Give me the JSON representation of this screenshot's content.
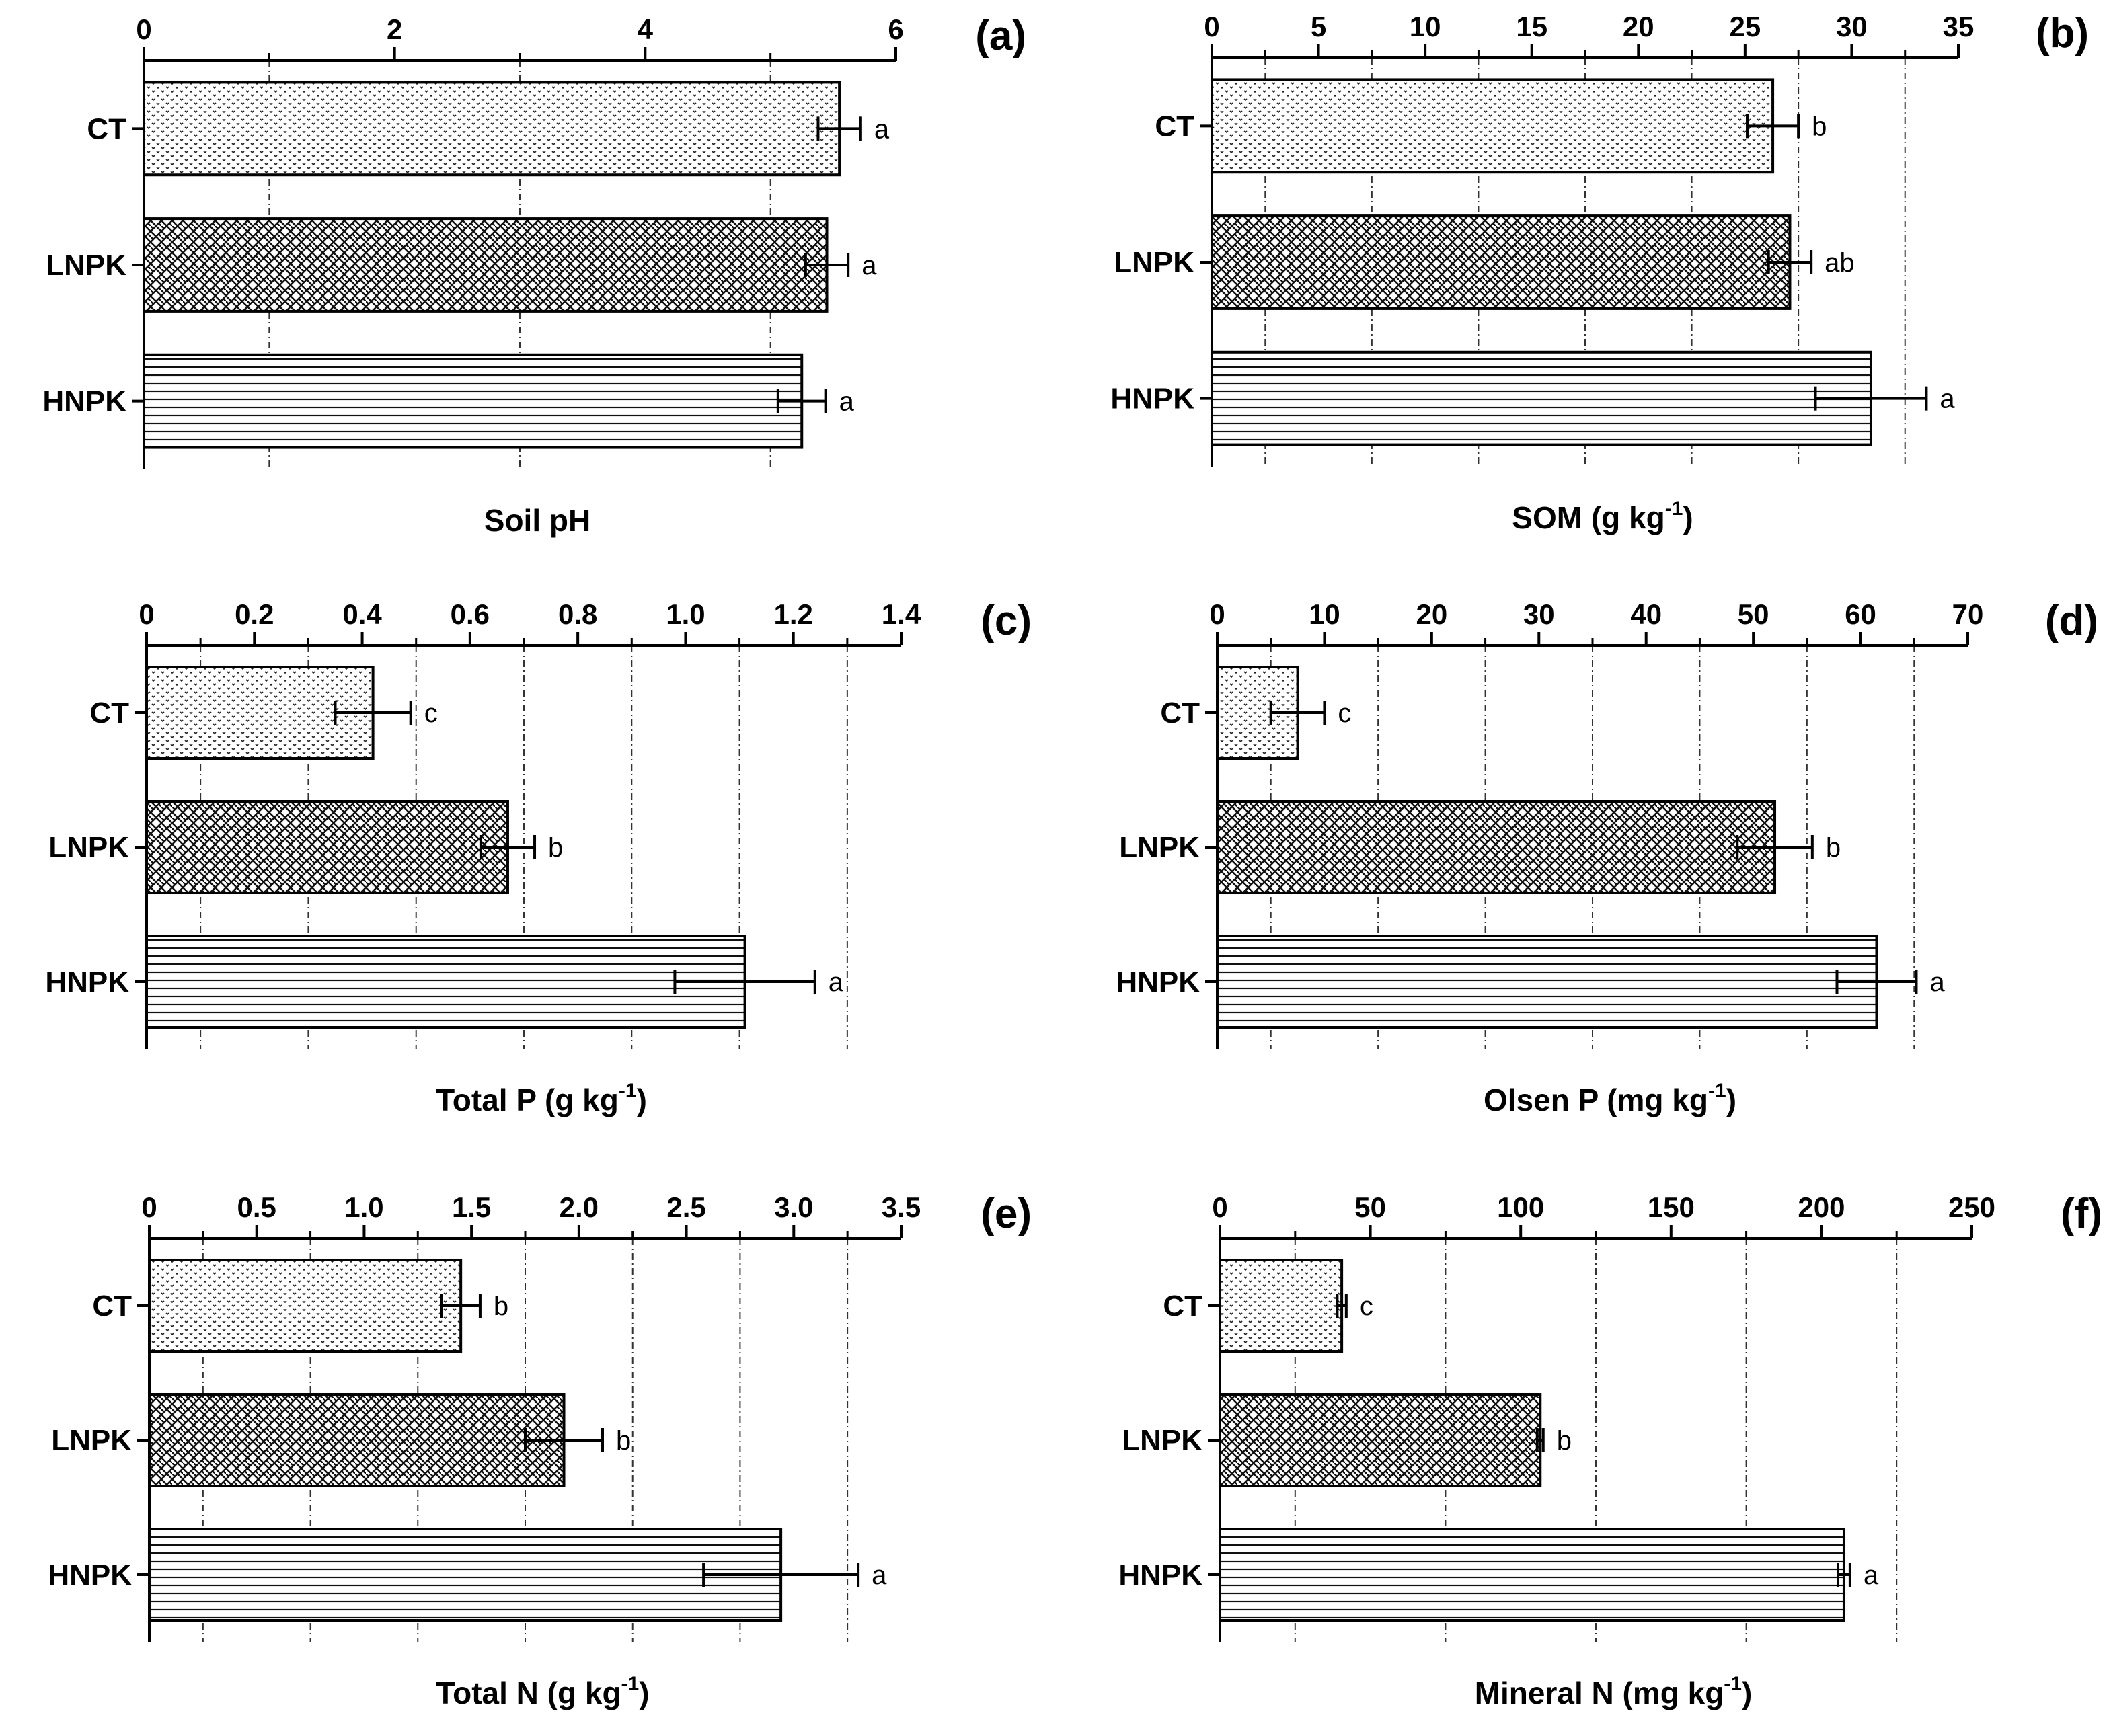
{
  "chart_data": [
    {
      "type": "bar",
      "panel": "(a)",
      "xlabel": "Soil pH",
      "xlabel_unit_exponent": "",
      "xlabel_suffix": "",
      "categories": [
        "CT",
        "LNPK",
        "HNPK"
      ],
      "values": [
        5.55,
        5.45,
        5.25
      ],
      "errors": [
        0.17,
        0.17,
        0.19
      ],
      "significance": [
        "a",
        "a",
        "a"
      ],
      "xlim": [
        0,
        6
      ],
      "major_ticks": [
        0,
        2,
        4,
        6
      ],
      "tick_labels": [
        "0",
        "2",
        "4",
        "6"
      ]
    },
    {
      "type": "bar",
      "panel": "(b)",
      "xlabel": "SOM (g kg",
      "xlabel_unit_exponent": "-1",
      "xlabel_suffix": ")",
      "categories": [
        "CT",
        "LNPK",
        "HNPK"
      ],
      "values": [
        26.3,
        27.1,
        30.9
      ],
      "errors": [
        1.2,
        1.0,
        2.6
      ],
      "significance": [
        "b",
        "ab",
        "a"
      ],
      "xlim": [
        0,
        35
      ],
      "major_ticks": [
        0,
        5,
        10,
        15,
        20,
        25,
        30,
        35
      ],
      "tick_labels": [
        "0",
        "5",
        "10",
        "15",
        "20",
        "25",
        "30",
        "35"
      ]
    },
    {
      "type": "bar",
      "panel": "(c)",
      "xlabel": "Total P (g kg",
      "xlabel_unit_exponent": "-1",
      "xlabel_suffix": ")",
      "categories": [
        "CT",
        "LNPK",
        "HNPK"
      ],
      "values": [
        0.42,
        0.67,
        1.11
      ],
      "errors": [
        0.07,
        0.05,
        0.13
      ],
      "significance": [
        "c",
        "b",
        "a"
      ],
      "xlim": [
        0,
        1.4
      ],
      "major_ticks": [
        0,
        0.2,
        0.4,
        0.6,
        0.8,
        1.0,
        1.2,
        1.4
      ],
      "tick_labels": [
        "0",
        "0.2",
        "0.4",
        "0.6",
        "0.8",
        "1.0",
        "1.2",
        "1.4"
      ]
    },
    {
      "type": "bar",
      "panel": "(d)",
      "xlabel": "Olsen P (mg kg",
      "xlabel_unit_exponent": "-1",
      "xlabel_suffix": ")",
      "categories": [
        "CT",
        "LNPK",
        "HNPK"
      ],
      "values": [
        7.5,
        52.0,
        61.5
      ],
      "errors": [
        2.5,
        3.5,
        3.7
      ],
      "significance": [
        "c",
        "b",
        "a"
      ],
      "xlim": [
        0,
        70
      ],
      "major_ticks": [
        0,
        10,
        20,
        30,
        40,
        50,
        60,
        70
      ],
      "tick_labels": [
        "0",
        "10",
        "20",
        "30",
        "40",
        "50",
        "60",
        "70"
      ]
    },
    {
      "type": "bar",
      "panel": "(e)",
      "xlabel": "Total N (g kg",
      "xlabel_unit_exponent": "-1",
      "xlabel_suffix": ")",
      "categories": [
        "CT",
        "LNPK",
        "HNPK"
      ],
      "values": [
        1.45,
        1.93,
        2.94
      ],
      "errors": [
        0.09,
        0.18,
        0.36
      ],
      "significance": [
        "b",
        "b",
        "a"
      ],
      "xlim": [
        0,
        3.5
      ],
      "major_ticks": [
        0,
        0.5,
        1.0,
        1.5,
        2.0,
        2.5,
        3.0,
        3.5
      ],
      "tick_labels": [
        "0",
        "0.5",
        "1.0",
        "1.5",
        "2.0",
        "2.5",
        "3.0",
        "3.5"
      ]
    },
    {
      "type": "bar",
      "panel": "(f)",
      "xlabel": "Mineral N (mg kg",
      "xlabel_unit_exponent": "-1",
      "xlabel_suffix": ")",
      "categories": [
        "CT",
        "LNPK",
        "HNPK"
      ],
      "values": [
        40.5,
        106.5,
        207.5
      ],
      "errors": [
        1.5,
        1.0,
        2.0
      ],
      "significance": [
        "c",
        "b",
        "a"
      ],
      "xlim": [
        0,
        250
      ],
      "major_ticks": [
        0,
        50,
        100,
        150,
        200,
        250
      ],
      "tick_labels": [
        "0",
        "50",
        "100",
        "150",
        "200",
        "250"
      ]
    }
  ]
}
